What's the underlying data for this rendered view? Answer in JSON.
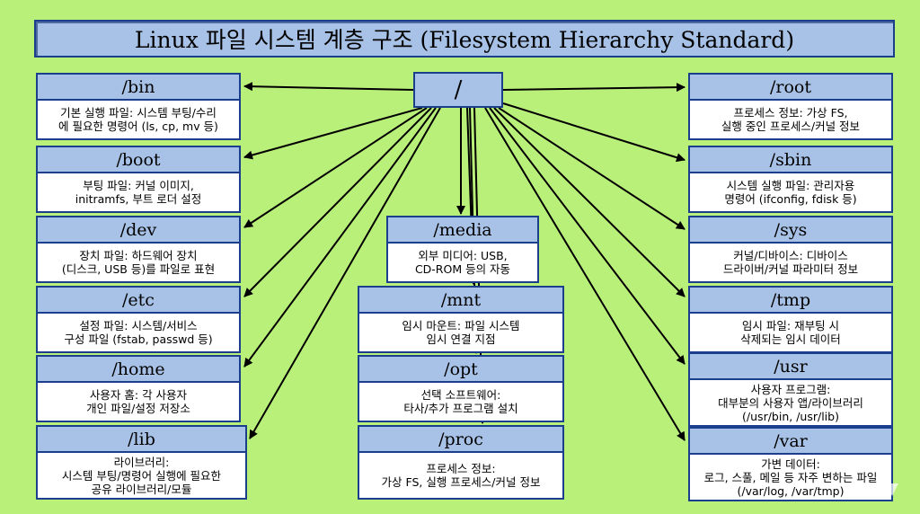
{
  "title": "Linux 파일 시스템 계층 구조 (Filesystem Hierarchy Standard)",
  "root": "/",
  "nodes": {
    "bin": {
      "name": "/bin",
      "lines": [
        "기본 실행 파일: 시스템 부팅/수리",
        "에 필요한 명령어 (ls, cp, mv 등)"
      ]
    },
    "boot": {
      "name": "/boot",
      "lines": [
        "부팅 파일: 커널 이미지,",
        "initramfs, 부트 로더 설정"
      ]
    },
    "dev": {
      "name": "/dev",
      "lines": [
        "장치 파일: 하드웨어 장치",
        "(디스크, USB 등)를 파일로 표현"
      ]
    },
    "etc": {
      "name": "/etc",
      "lines": [
        "설정 파일: 시스템/서비스",
        "구성 파일 (fstab, passwd 등)"
      ]
    },
    "home": {
      "name": "/home",
      "lines": [
        "사용자 홈: 각 사용자",
        "개인 파일/설정 저장소"
      ]
    },
    "lib": {
      "name": "/lib",
      "lines": [
        "라이브러리:",
        "시스템 부팅/명령어 실행에 필요한",
        "공유 라이브러리/모듈"
      ]
    },
    "media": {
      "name": "/media",
      "lines": [
        "외부 미디어: USB,",
        "CD-ROM 등의 자동"
      ]
    },
    "mnt": {
      "name": "/mnt",
      "lines": [
        "임시 마운트: 파일 시스템",
        "임시 연결 지점"
      ]
    },
    "opt": {
      "name": "/opt",
      "lines": [
        "선택 소프트웨어:",
        "타사/추가 프로그램 설치"
      ]
    },
    "proc": {
      "name": "/proc",
      "lines": [
        "프로세스 정보:",
        "가상 FS, 실행 프로세스/커널 정보"
      ]
    },
    "root": {
      "name": "/root",
      "lines": [
        "프로세스 정보: 가상 FS,",
        "실행 중인 프로세스/커널 정보"
      ]
    },
    "sbin": {
      "name": "/sbin",
      "lines": [
        "시스템 실행 파일: 관리자용",
        "명령어 (ifconfig, fdisk 등)"
      ]
    },
    "sys": {
      "name": "/sys",
      "lines": [
        "커널/디바이스: 디바이스",
        "드라이버/커널 파라미터 정보"
      ]
    },
    "tmp": {
      "name": "/tmp",
      "lines": [
        "임시 파일: 재부팅 시",
        "삭제되는 임시 데이터"
      ]
    },
    "usr": {
      "name": "/usr",
      "lines": [
        "사용자 프로그램:",
        "대부분의 사용자 앱/라이브러리",
        "(/usr/bin, /usr/lib)"
      ]
    },
    "var": {
      "name": "/var",
      "lines": [
        "가변 데이터:",
        "로그, 스풀, 메일 등 자주 변하는 파일",
        "(/var/log, /var/tmp)"
      ]
    }
  },
  "colors": {
    "background": "#b9f07a",
    "header": "#a7c2e6",
    "border": "#1c3f8d",
    "arrow": "#000000"
  }
}
